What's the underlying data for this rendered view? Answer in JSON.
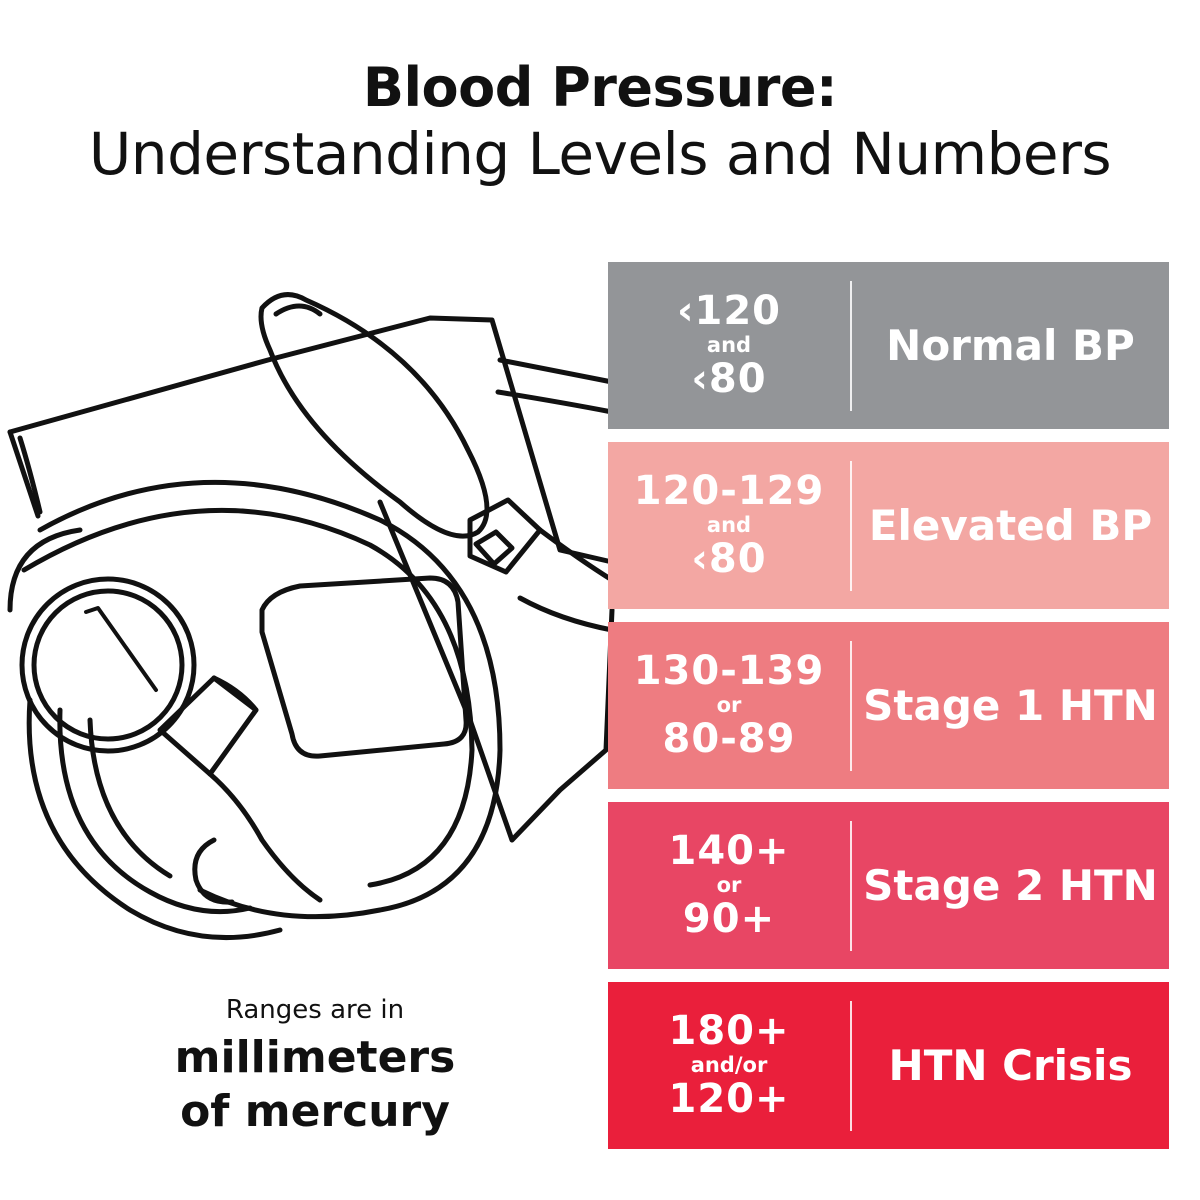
{
  "title": {
    "line1": "Blood Pressure:",
    "line2": "Understanding Levels and Numbers"
  },
  "units": {
    "small": "Ranges are in",
    "big_line1": "millimeters",
    "big_line2": "of mercury"
  },
  "illustration": {
    "icon": "blood-pressure-cuff-icon"
  },
  "levels": [
    {
      "systolic": "‹120",
      "joiner": "and",
      "diastolic": "‹80",
      "name": "Normal BP",
      "color": "#939598"
    },
    {
      "systolic": "120-129",
      "joiner": "and",
      "diastolic": "‹80",
      "name": "Elevated BP",
      "color": "#f3a7a3"
    },
    {
      "systolic": "130-139",
      "joiner": "or",
      "diastolic": "80-89",
      "name": "Stage 1 HTN",
      "color": "#ee7c81"
    },
    {
      "systolic": "140+",
      "joiner": "or",
      "diastolic": "90+",
      "name": "Stage 2 HTN",
      "color": "#e84664"
    },
    {
      "systolic": "180+",
      "joiner": "and/or",
      "diastolic": "120+",
      "name": "HTN Crisis",
      "color": "#ea1f3b"
    }
  ]
}
